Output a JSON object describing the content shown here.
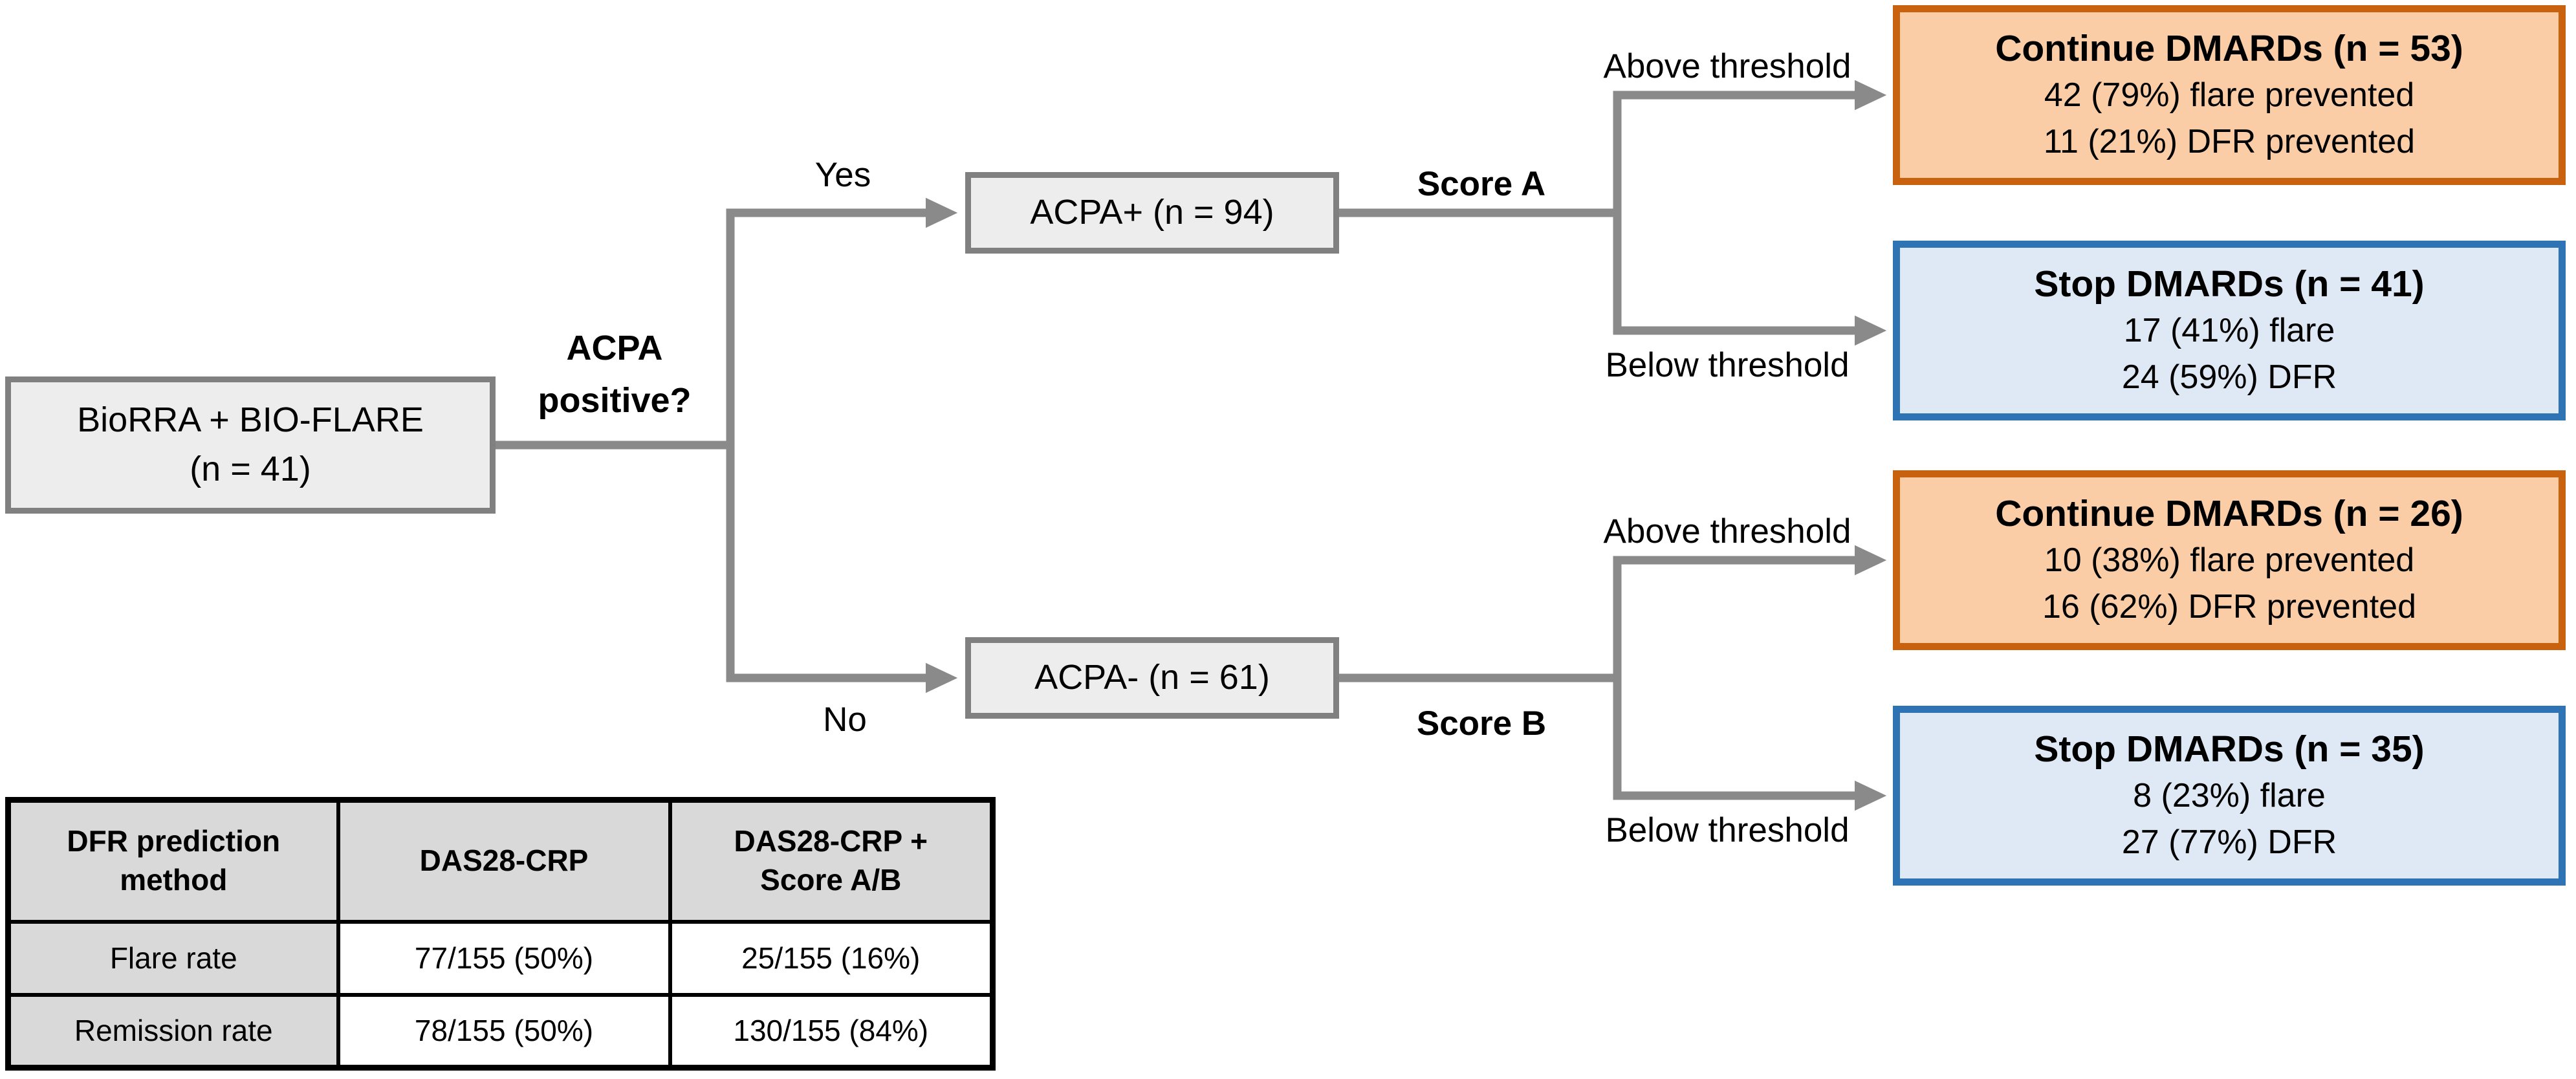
{
  "colors": {
    "connector": "#8A8A8A",
    "node_fill": "#EDEDED",
    "node_border": "#808080",
    "continue_fill": "#FACDA6",
    "continue_border": "#C8620E",
    "stop_fill": "#DEE9F5",
    "stop_border": "#2E74B5",
    "table_header_fill": "#D9D9D9"
  },
  "flowchart": {
    "root_node": {
      "line1": "BioRRA + BIO-FLARE",
      "line2": "(n = 41)"
    },
    "decision_label": "ACPA positive?",
    "yes_label": "Yes",
    "no_label": "No",
    "acpa_positive_node": "ACPA+ (n = 94)",
    "acpa_negative_node": "ACPA- (n = 61)",
    "score_a_label": "Score A",
    "score_b_label": "Score B",
    "above_threshold_label": "Above threshold",
    "below_threshold_label": "Below threshold",
    "outcomes": [
      {
        "title": "Continue DMARDs (n = 53)",
        "detail1": "42 (79%) flare prevented",
        "detail2": "11 (21%) DFR prevented"
      },
      {
        "title": "Stop DMARDs (n = 41)",
        "detail1": "17 (41%) flare",
        "detail2": "24 (59%) DFR"
      },
      {
        "title": "Continue DMARDs (n = 26)",
        "detail1": "10 (38%) flare prevented",
        "detail2": "16 (62%) DFR prevented"
      },
      {
        "title": "Stop DMARDs (n = 35)",
        "detail1": "8 (23%) flare",
        "detail2": "27 (77%) DFR"
      }
    ]
  },
  "results_table": {
    "headers": [
      "DFR prediction method",
      "DAS28-CRP",
      "DAS28-CRP + Score A/B"
    ],
    "rows": [
      [
        "Flare rate",
        "77/155 (50%)",
        "25/155 (16%)"
      ],
      [
        "Remission rate",
        "78/155 (50%)",
        "130/155 (84%)"
      ]
    ]
  }
}
